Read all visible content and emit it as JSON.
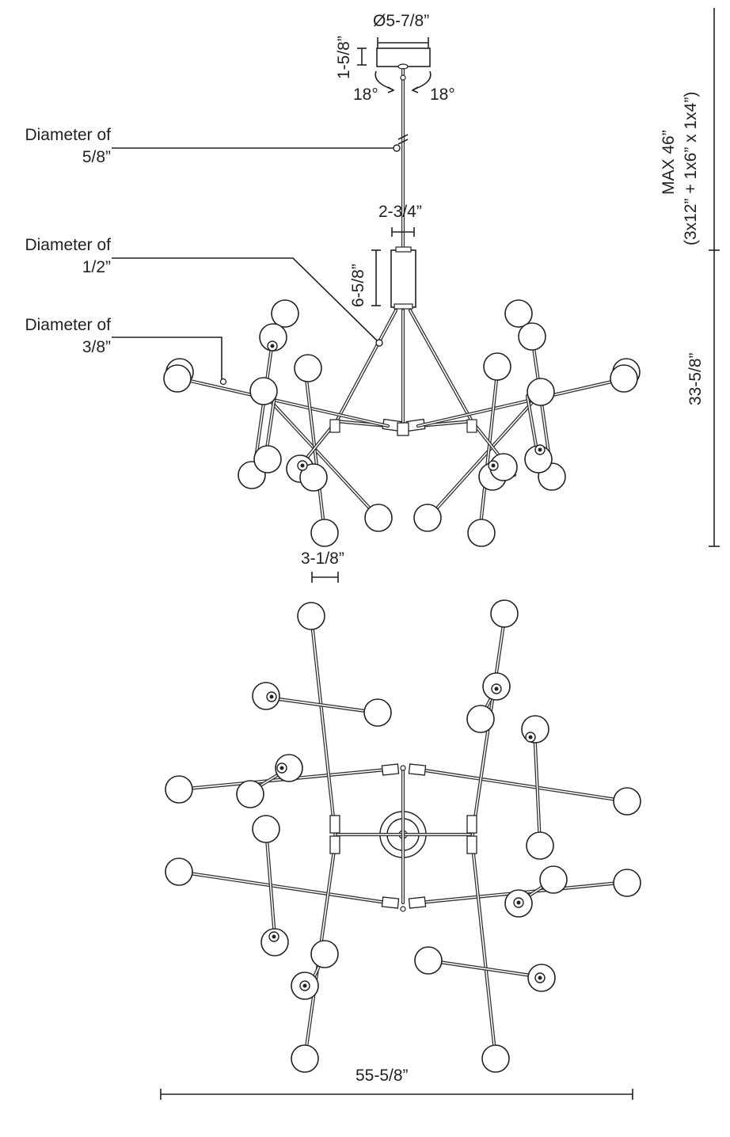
{
  "figure": {
    "description": "Chandelier dimension drawing — side elevation and top plan view",
    "callouts": [
      {
        "id": "rod",
        "line1": "Diameter of",
        "line2": "5/8”"
      },
      {
        "id": "arm",
        "line1": "Diameter of",
        "line2": "1/2”"
      },
      {
        "id": "branch",
        "line1": "Diameter of",
        "line2": "3/8”"
      }
    ],
    "dimensions": {
      "canopy_diameter": "Ø5-7/8”",
      "canopy_height": "1-5/8”",
      "swivel_left": "18°",
      "swivel_right": "18°",
      "body_width": "2-3/4”",
      "body_height": "6-5/8”",
      "globe_diameter": "3-1/8”",
      "fixture_height": "33-5/8”",
      "overall_width": "55-5/8”",
      "max_height": "MAX 46”",
      "stem_config": "(3x12” + 1x6” x 1x4”)"
    }
  }
}
